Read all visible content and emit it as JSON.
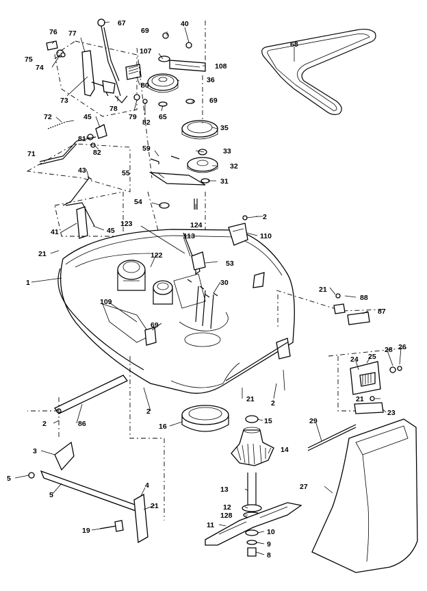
{
  "callouts": [
    {
      "id": "c67",
      "text": "67"
    },
    {
      "id": "c76",
      "text": "76"
    },
    {
      "id": "c77",
      "text": "77"
    },
    {
      "id": "c75",
      "text": "75"
    },
    {
      "id": "c74",
      "text": "74"
    },
    {
      "id": "c73",
      "text": "73"
    },
    {
      "id": "c69a",
      "text": "69"
    },
    {
      "id": "c40",
      "text": "40"
    },
    {
      "id": "c107",
      "text": "107"
    },
    {
      "id": "c108",
      "text": "108"
    },
    {
      "id": "c80",
      "text": "80"
    },
    {
      "id": "c36",
      "text": "36"
    },
    {
      "id": "c78",
      "text": "78"
    },
    {
      "id": "c79",
      "text": "79"
    },
    {
      "id": "c82a",
      "text": "82"
    },
    {
      "id": "c69b",
      "text": "69"
    },
    {
      "id": "c65",
      "text": "65"
    },
    {
      "id": "c35",
      "text": "35"
    },
    {
      "id": "c68",
      "text": "68"
    },
    {
      "id": "c72",
      "text": "72"
    },
    {
      "id": "c45a",
      "text": "45"
    },
    {
      "id": "c81",
      "text": "81"
    },
    {
      "id": "c82b",
      "text": "82"
    },
    {
      "id": "c59",
      "text": "59"
    },
    {
      "id": "c33",
      "text": "33"
    },
    {
      "id": "c71",
      "text": "71"
    },
    {
      "id": "c43",
      "text": "43"
    },
    {
      "id": "c55",
      "text": "55"
    },
    {
      "id": "c32",
      "text": "32"
    },
    {
      "id": "c31",
      "text": "31"
    },
    {
      "id": "c54",
      "text": "54"
    },
    {
      "id": "c2a",
      "text": "2"
    },
    {
      "id": "c124",
      "text": "124"
    },
    {
      "id": "c41",
      "text": "41"
    },
    {
      "id": "c45b",
      "text": "45"
    },
    {
      "id": "c123",
      "text": "123"
    },
    {
      "id": "c110",
      "text": "110"
    },
    {
      "id": "c113",
      "text": "113"
    },
    {
      "id": "c21a",
      "text": "21"
    },
    {
      "id": "c122",
      "text": "122"
    },
    {
      "id": "c53",
      "text": "53"
    },
    {
      "id": "c1",
      "text": "1"
    },
    {
      "id": "c30",
      "text": "30"
    },
    {
      "id": "c21b",
      "text": "21"
    },
    {
      "id": "c88",
      "text": "88"
    },
    {
      "id": "c87",
      "text": "87"
    },
    {
      "id": "c109",
      "text": "109"
    },
    {
      "id": "c69c",
      "text": "69"
    },
    {
      "id": "c28",
      "text": "28"
    },
    {
      "id": "c26",
      "text": "26"
    },
    {
      "id": "c24",
      "text": "24"
    },
    {
      "id": "c25",
      "text": "25"
    },
    {
      "id": "c2b",
      "text": "2"
    },
    {
      "id": "c21c",
      "text": "21"
    },
    {
      "id": "c2c",
      "text": "2"
    },
    {
      "id": "c21d",
      "text": "21"
    },
    {
      "id": "c23",
      "text": "23"
    },
    {
      "id": "c2d",
      "text": "2"
    },
    {
      "id": "c86",
      "text": "86"
    },
    {
      "id": "c16",
      "text": "16"
    },
    {
      "id": "c15",
      "text": "15"
    },
    {
      "id": "c29",
      "text": "29"
    },
    {
      "id": "c3",
      "text": "3"
    },
    {
      "id": "c14",
      "text": "14"
    },
    {
      "id": "c5a",
      "text": "5"
    },
    {
      "id": "c5b",
      "text": "5"
    },
    {
      "id": "c4",
      "text": "4"
    },
    {
      "id": "c27",
      "text": "27"
    },
    {
      "id": "c21e",
      "text": "21"
    },
    {
      "id": "c13",
      "text": "13"
    },
    {
      "id": "c12",
      "text": "12"
    },
    {
      "id": "c128",
      "text": "128"
    },
    {
      "id": "c19",
      "text": "19"
    },
    {
      "id": "c11",
      "text": "11"
    },
    {
      "id": "c10",
      "text": "10"
    },
    {
      "id": "c9",
      "text": "9"
    },
    {
      "id": "c8",
      "text": "8"
    }
  ]
}
